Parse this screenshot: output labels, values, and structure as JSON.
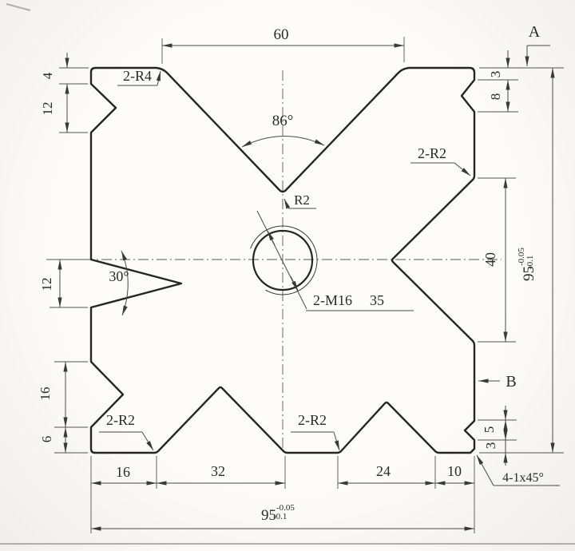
{
  "colors": {
    "outline": "#262523",
    "dimension_lines": "#4b4a47",
    "text": "#2b2a28",
    "photo_edge": "#b3afa8"
  },
  "annotations": {
    "datums": {
      "a": "A",
      "b": "B"
    },
    "angles": {
      "top_v": "86°",
      "left_v": "30°"
    },
    "notes": {
      "top_shoulder_radius": "2-R4",
      "apex_radius": "R2",
      "right_shoulder_radius": "2-R2",
      "bottom_left_radius": "2-R2",
      "bottom_mid_radius": "2-R2",
      "corner_chamfer": "4-1x45°",
      "hole_spec": "2-M16",
      "hole_depth": "35"
    }
  },
  "dimensions": {
    "top_v_width": "60",
    "right": {
      "offset_top": "3",
      "notch_top": "8",
      "v_height": "40",
      "notch_bottom": "5",
      "offset_bottom": "3"
    },
    "left": {
      "offset_top": "4",
      "notch_top": "12",
      "notch_mid": "12",
      "notch_bottom": "16",
      "offset_bottom": "6"
    },
    "bottom_chain": {
      "seg_16": "16",
      "seg_32": "32",
      "seg_24": "24",
      "seg_10": "10"
    },
    "overall_width": {
      "value": "95",
      "tol_upper": "-0.05",
      "tol_lower": "-0.1"
    },
    "overall_height": {
      "value": "95",
      "tol_upper": "-0.05",
      "tol_lower": "-0.1"
    }
  }
}
